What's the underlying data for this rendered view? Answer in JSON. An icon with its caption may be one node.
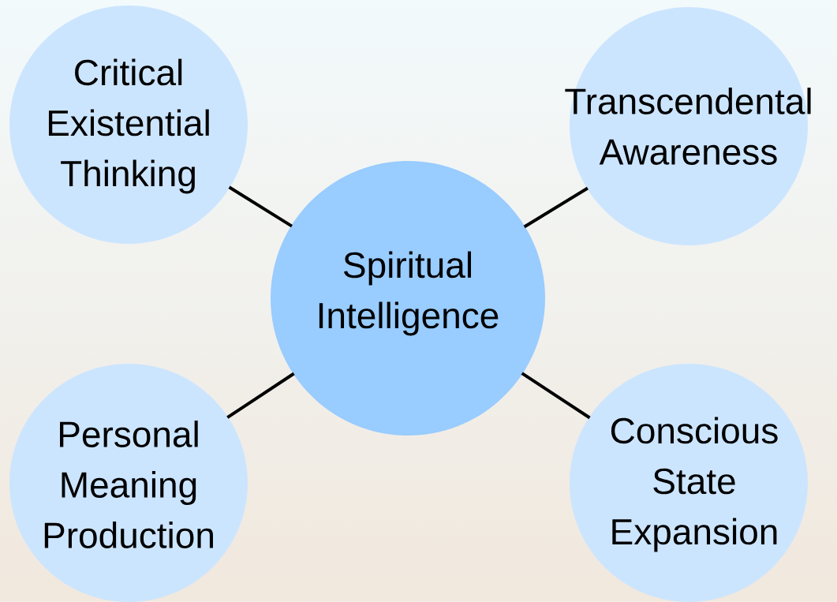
{
  "diagram": {
    "nodes": [
      {
        "text": [
          "Critical Existential Thinking"
        ]
      },
      {
        "text": [
          "Transcendental Awareness"
        ]
      },
      {
        "text": [
          "Spiritual Intelligence"
        ]
      },
      {
        "text": [
          "Personal Meaning Production"
        ]
      },
      {
        "text": [
          "Conscious State Expansion"
        ]
      }
    ],
    "edges": [
      {
        "from": 2,
        "to": 0,
        "arrow": "none"
      },
      {
        "from": 2,
        "to": 1,
        "arrow": "none"
      },
      {
        "from": 2,
        "to": 3,
        "arrow": "none"
      },
      {
        "from": 2,
        "to": 4,
        "arrow": "none"
      }
    ]
  }
}
